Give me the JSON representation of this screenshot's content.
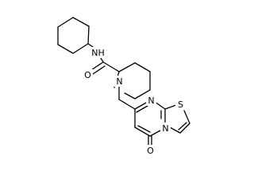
{
  "diagram": {
    "type": "chemical-structure",
    "bond_color": "#000000",
    "background": "#ffffff",
    "atom_labels": {
      "amide_nh": "NH",
      "amide_o": "O",
      "piperidine_n": "N",
      "pyrimidine_n": "N",
      "thiazole_s": "S",
      "bridgehead_n": "N",
      "ketone_o": "O"
    }
  }
}
